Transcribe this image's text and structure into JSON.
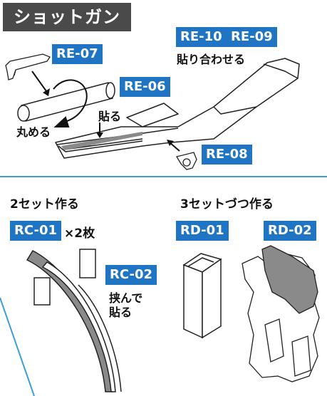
{
  "title": "ショットガン",
  "tags": {
    "re10": "RE-10",
    "re09": "RE-09",
    "re07": "RE-07",
    "re06": "RE-06",
    "re08": "RE-08",
    "rc01": "RC-01",
    "rc02": "RC-02",
    "rd01": "RD-01",
    "rd02": "RD-02"
  },
  "labels": {
    "paste_together": "貼り合わせる",
    "paste": "貼る",
    "roll": "丸める",
    "make2sets": "2セット作る",
    "times2": "×2枚",
    "make3sets": "3セットづつ作る",
    "sandwich": "挟んで",
    "sandwich_paste": "貼る"
  },
  "colors": {
    "tag_blue": "#1f74c3",
    "title_bg": "#4a4a4a",
    "divider": "#3aa0d6",
    "part_gray": "#8a8a8a"
  }
}
